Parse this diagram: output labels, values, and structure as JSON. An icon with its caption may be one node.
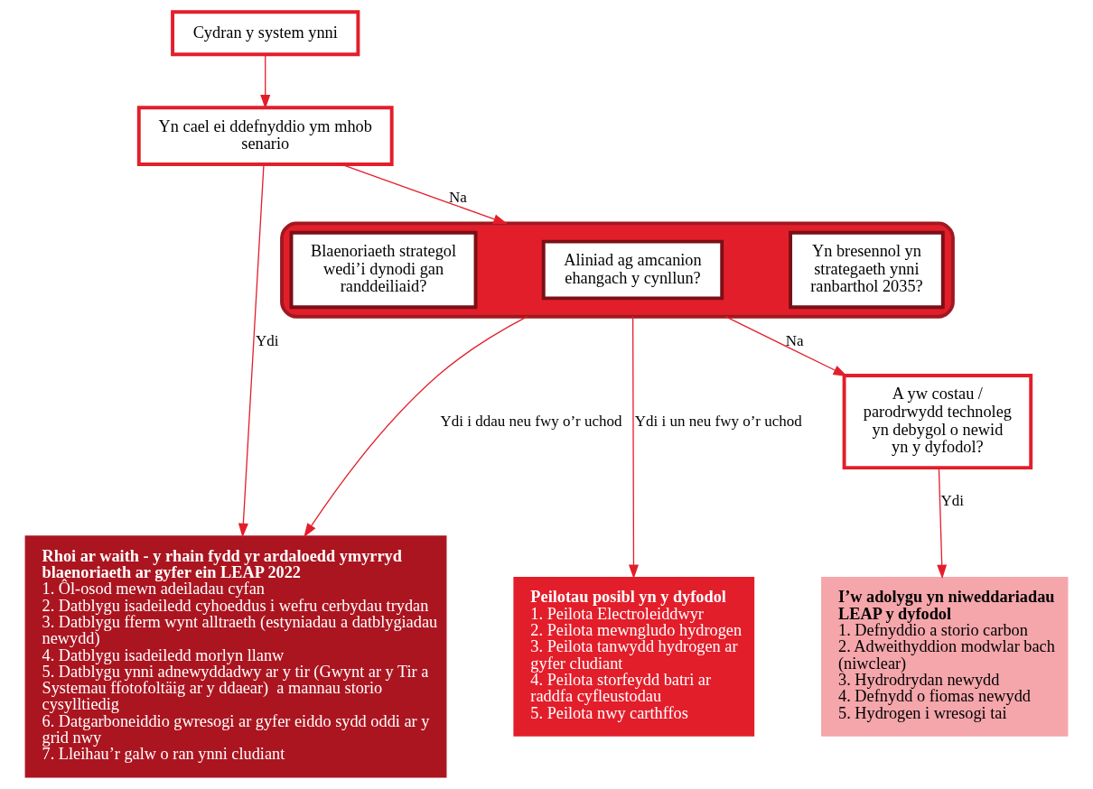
{
  "diagram": {
    "nodes": [
      {
        "text": [
          "Cydran y system ynni"
        ]
      },
      {
        "text": [
          "Yn cael ei ddefnyddio ym mhob senario"
        ]
      },
      {
        "text": [],
        "shape": "box"
      },
      {
        "text": [
          "Blaenoriaeth strategol wedi’i dynodi gan randdeiliaid?"
        ],
        "in": 2
      },
      {
        "text": [
          "Aliniad ag amcanion ehangach y cynllun?"
        ],
        "in": 2
      },
      {
        "text": [
          "Yn bresennol yn strategaeth ynni ranbarthol 2035?"
        ],
        "in": 2
      },
      {
        "text": [
          "A yw costau / parodrwydd technoleg yn debygol o newid yn y dyfodol?"
        ]
      },
      {
        "text": [
          "Rhoi ar waith - y rhain fydd yr ardaloedd ymyrryd blaenoriaeth ar gyfer ein LEAP 2022",
          "1. Ôl-osod mewn adeiladau cyfan",
          "2. Datblygu isadeiledd cyhoeddus i wefru cerbydau trydan",
          "3. Datblygu fferm wynt alltraeth (estyniadau a datblygiadau newydd)",
          "4. Datblygu isadeiledd morlyn llanw",
          "5. Datblygu ynni adnewyddadwy ar y tir (Gwynt ar y Tir a Systemau ffotofoltäig ar y ddaear)  a mannau storio cysylltiedig",
          "6. Datgarboneiddio gwresogi ar gyfer eiddo sydd oddi ar y grid nwy",
          "7. Lleihau’r galw o ran ynni cludiant"
        ]
      },
      {
        "text": [
          "Peilotau posibl yn y dyfodol",
          "1. Peilota Electroleiddwyr",
          "2. Peilota mewngludo hydrogen",
          "3. Peilota tanwydd hydrogen ar gyfer cludiant",
          "4. Peilota storfeydd batri ar raddfa cyfleustodau",
          "5. Peilota nwy carthffos"
        ]
      },
      {
        "text": [
          "I’w adolygu yn niweddariadau LEAP y dyfodol",
          "1. Defnyddio a storio carbon",
          "2. Adweithyddion modwlar bach (niwclear)",
          "3. Hydrodrydan newydd",
          "4. Defnydd o fiomas newydd",
          "5. Hydrogen i wresogi tai"
        ]
      }
    ],
    "edges": [
      {
        "from": 0,
        "to": 1,
        "arrow": "to"
      },
      {
        "from": 1,
        "to": 7,
        "arrow": "to",
        "label": "Ydi"
      },
      {
        "from": 1,
        "to": 2,
        "arrow": "to",
        "label": "Na"
      },
      {
        "from": 2,
        "to": 6,
        "arrow": "to",
        "label": "Na"
      },
      {
        "from": 2,
        "to": 7,
        "arrow": "to",
        "label": "Ydi i ddau neu fwy o’r uchod"
      },
      {
        "from": 2,
        "to": 8,
        "arrow": "to",
        "label": "Ydi i un neu fwy o’r uchod"
      },
      {
        "from": 6,
        "to": 9,
        "arrow": "to",
        "label": "Ydi"
      }
    ]
  }
}
